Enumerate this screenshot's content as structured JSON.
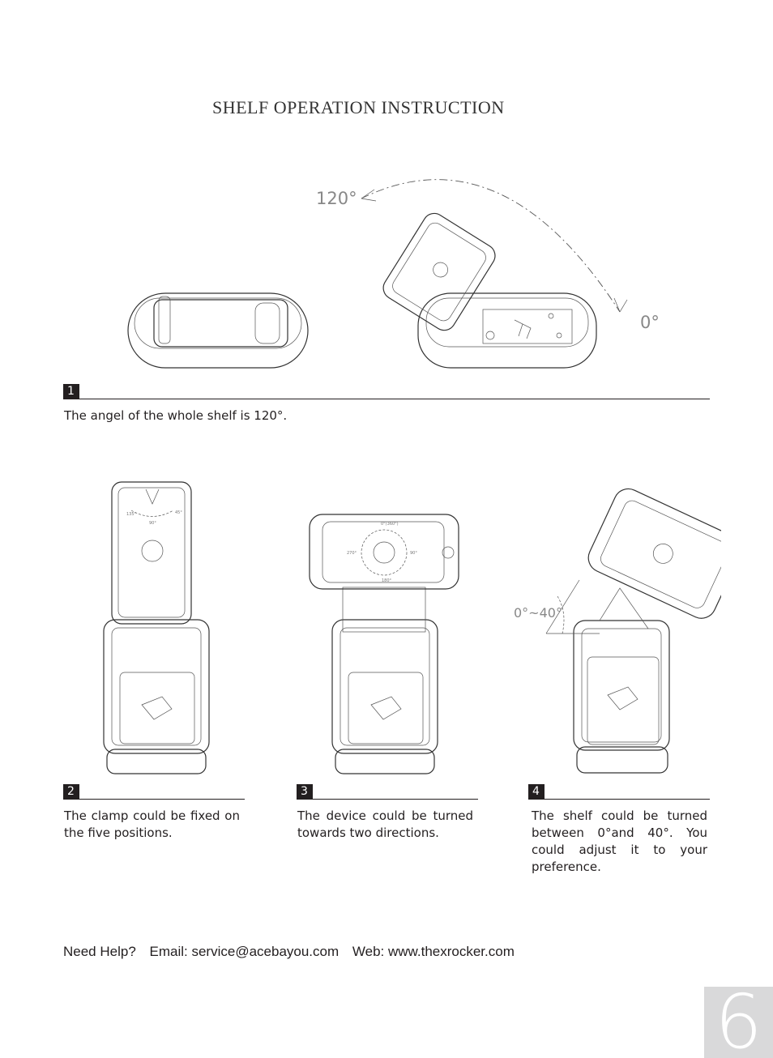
{
  "title": "SHELF OPERATION INSTRUCTION",
  "figure1": {
    "angle_open": "120°",
    "angle_closed": "0°"
  },
  "figure2": {
    "angle_left": "135°",
    "angle_mid": "90°",
    "angle_right": "45°"
  },
  "figure3": {
    "angle_top": "0°(360°)",
    "angle_left": "270°",
    "angle_right": "90°",
    "angle_bottom": "180°"
  },
  "figure4": {
    "angle_range": "0°~40°"
  },
  "steps": [
    {
      "number": "1",
      "text": "The angel of the whole shelf is 120°."
    },
    {
      "number": "2",
      "text": "The clamp could be fixed on the five positions."
    },
    {
      "number": "3",
      "text": "The device could be turned towards two directions."
    },
    {
      "number": "4",
      "text": "The shelf could be turned between 0°and 40°. You could adjust it to your preference."
    }
  ],
  "footer": {
    "help": "Need Help?",
    "email": "Email: service@acebayou.com",
    "web": "Web: www.thexrocker.com"
  },
  "page_number": "6"
}
